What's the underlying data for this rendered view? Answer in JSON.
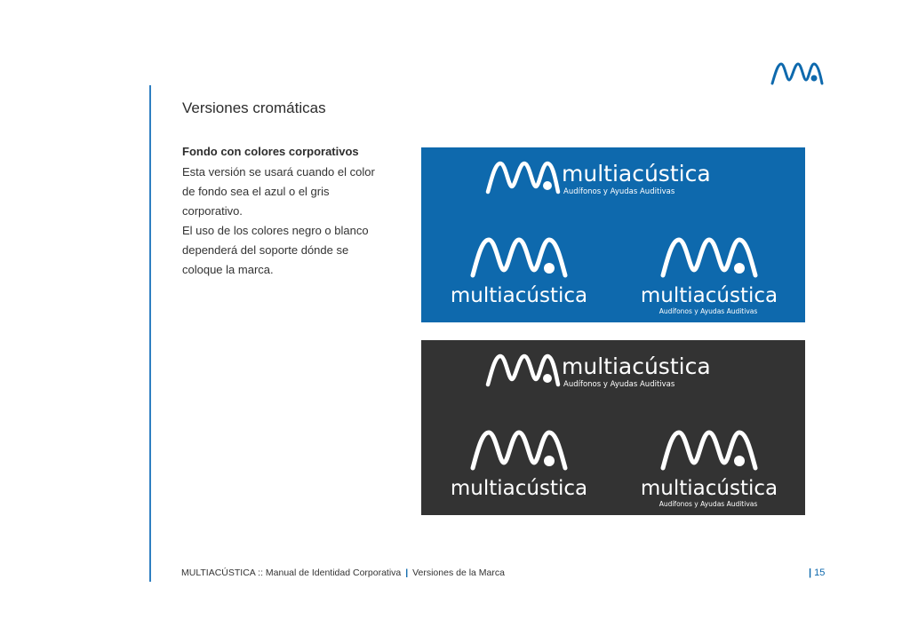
{
  "header": {
    "section_title": "Versiones cromáticas"
  },
  "content": {
    "subheading": "Fondo con colores corporativos",
    "paragraph_1": "Esta versión se usará cuando el color de fondo sea el azul o el gris corporativo.",
    "paragraph_2": "El uso de los colores negro o blanco dependerá del soporte dónde se coloque la marca."
  },
  "brand": {
    "name": "multiacústica",
    "tagline": "Audífonos y Ayudas Auditivas",
    "colors": {
      "blue": "#0e69ad",
      "gray": "#333333",
      "white": "#ffffff"
    }
  },
  "panels": [
    {
      "id": "blue",
      "background": "#0e69ad"
    },
    {
      "id": "gray",
      "background": "#333333"
    }
  ],
  "footer": {
    "brand": "MULTIACÚSTICA",
    "separator": "::",
    "manual": "Manual de Identidad Corporativa",
    "section": "Versiones de la Marca",
    "page_number": "15"
  }
}
